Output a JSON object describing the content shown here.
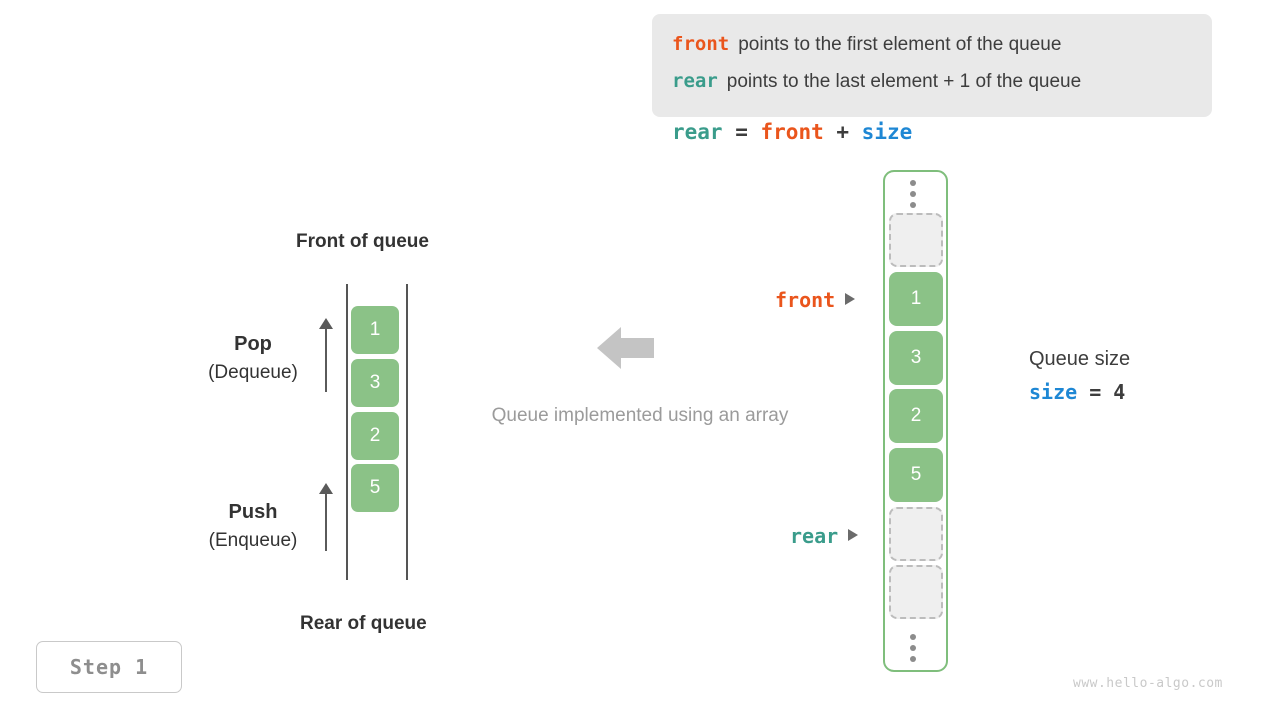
{
  "legend": {
    "lines": [
      {
        "keyword": "front",
        "keyword_color": "#ea551c",
        "text": "points to the first element of the queue"
      },
      {
        "keyword": "rear",
        "keyword_color": "#3a9c8b",
        "text": "points to the last element + 1 of the queue"
      }
    ]
  },
  "formula": {
    "lhs": "rear",
    "eq": " = ",
    "op1": "front",
    "plus": " + ",
    "op2": "size"
  },
  "left_queue": {
    "top_label": "Front of queue",
    "bottom_label": "Rear of queue",
    "cells": [
      "1",
      "3",
      "2",
      "5"
    ],
    "pop": {
      "title": "Pop",
      "sub": "(Dequeue)"
    },
    "push": {
      "title": "Push",
      "sub": "(Enqueue)"
    }
  },
  "center": {
    "caption": "Queue implemented using an array",
    "arrow_icon": "arrow-left-icon",
    "arrow_color": "#c4c4c4"
  },
  "array": {
    "slots": [
      {
        "type": "dots",
        "value": ""
      },
      {
        "type": "empty",
        "value": ""
      },
      {
        "type": "filled",
        "value": "1"
      },
      {
        "type": "filled",
        "value": "3"
      },
      {
        "type": "filled",
        "value": "2"
      },
      {
        "type": "filled",
        "value": "5"
      },
      {
        "type": "empty",
        "value": ""
      },
      {
        "type": "empty",
        "value": ""
      },
      {
        "type": "dots",
        "value": ""
      }
    ],
    "pointers": {
      "front": "front",
      "rear": "rear"
    }
  },
  "size_note": {
    "title": "Queue size",
    "var": "size",
    "eq": " = ",
    "value": "4"
  },
  "step_badge": "Step 1",
  "watermark": "www.hello-algo.com",
  "colors": {
    "front": "#ea551c",
    "rear": "#3a9c8b",
    "size": "#1e87d4",
    "cell_fill": "#8bc287",
    "container_border": "#7fbe7c",
    "empty_fill": "#efefef",
    "empty_border": "#bcbcbc",
    "legend_bg": "#e9e9e9",
    "muted_text": "#9b9b9b"
  }
}
